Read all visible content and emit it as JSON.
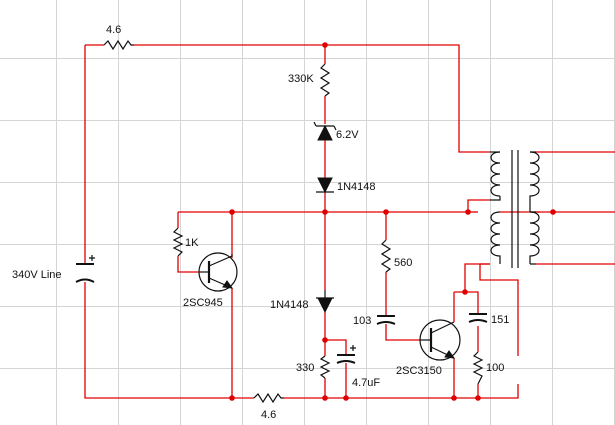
{
  "colors": {
    "wire": "#e00000",
    "component": "#111111",
    "grid": "#d4d4d4",
    "background": "#ffffff"
  },
  "labels": {
    "r_top": "4.6",
    "r_330k": "330K",
    "zener": "6.2V",
    "diode_top": "1N4148",
    "r_1k": "1K",
    "q1": "2SC945",
    "r_560": "560",
    "diode_mid": "1N4148",
    "cap_103": "103",
    "q2": "2SC3150",
    "cap_151": "151",
    "r_330": "330",
    "cap_47uf": "4.7uF",
    "r_100": "100",
    "r_bottom": "4.6",
    "supply": "340V Line"
  }
}
